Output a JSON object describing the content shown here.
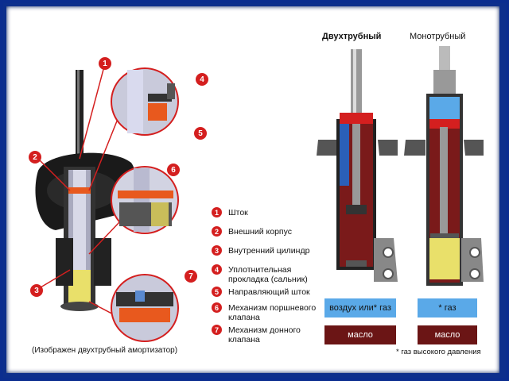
{
  "headings": {
    "twin_tube": "Двухтрубный",
    "mono_tube": "Монотрубный"
  },
  "caption": "(Изображен двухтрубный амортизатор)",
  "legend": [
    {
      "num": "1",
      "label": "Шток"
    },
    {
      "num": "2",
      "label": "Внешний корпус"
    },
    {
      "num": "3",
      "label": "Внутренний цилиндр"
    },
    {
      "num": "4",
      "label": "Уплотнительная прокладка (сальник)"
    },
    {
      "num": "5",
      "label": "Направляющий шток"
    },
    {
      "num": "6",
      "label": "Механизм поршневого клапана"
    },
    {
      "num": "7",
      "label": "Механизм донного клапана"
    }
  ],
  "badges": [
    "1",
    "2",
    "3",
    "4",
    "5",
    "6",
    "7"
  ],
  "boxes": {
    "twin_air": "воздух или* газ",
    "mono_gas": "* газ",
    "twin_oil": "масло",
    "mono_oil": "масло"
  },
  "footnote": "* газ высокого давления",
  "colors": {
    "frame": "#0d2f8c",
    "badge": "#d41f1f",
    "oil": "#7a1a1a",
    "gas_box": "#5aa9e8",
    "oil_box": "#6b1515"
  }
}
